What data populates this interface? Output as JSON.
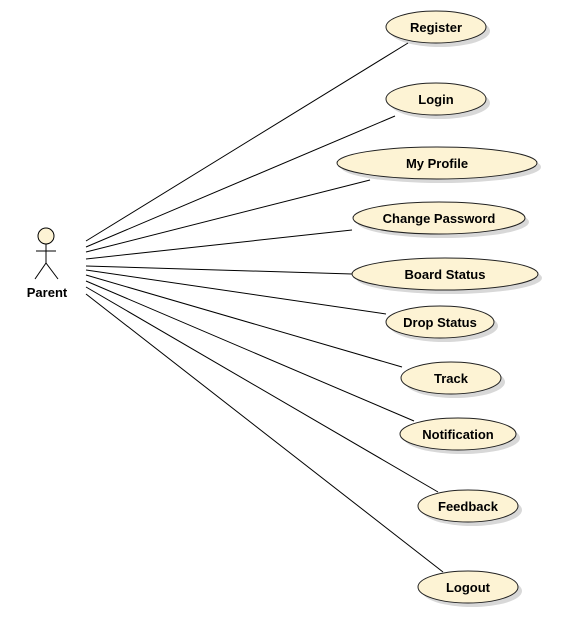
{
  "diagram": {
    "type": "uml-use-case",
    "actor": {
      "name": "Parent",
      "icon": "stick-figure-icon"
    },
    "use_cases": [
      {
        "id": "register",
        "label": "Register"
      },
      {
        "id": "login",
        "label": "Login"
      },
      {
        "id": "my-profile",
        "label": "My Profile"
      },
      {
        "id": "change-password",
        "label": "Change Password"
      },
      {
        "id": "board-status",
        "label": "Board Status"
      },
      {
        "id": "drop-status",
        "label": "Drop Status"
      },
      {
        "id": "track",
        "label": "Track"
      },
      {
        "id": "notification",
        "label": "Notification"
      },
      {
        "id": "feedback",
        "label": "Feedback"
      },
      {
        "id": "logout",
        "label": "Logout"
      }
    ],
    "colors": {
      "use_case_fill": "#fdf3d4",
      "use_case_stroke": "#222222",
      "shadow": "#d8d8d8",
      "line": "#000000",
      "actor_fill": "#fdf3d4"
    }
  }
}
